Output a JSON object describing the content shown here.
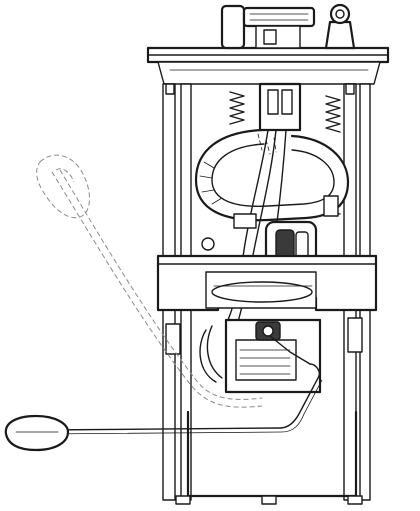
{
  "figure": {
    "kind": "technical line drawing",
    "colors": {
      "line": "#1a1a1a",
      "paper": "#ffffff",
      "shade": "#d9d9d9",
      "ghost_line": "#8a8a8a"
    },
    "float_arm_positions": [
      {
        "state": "raised",
        "style": "dashed"
      },
      {
        "state": "lowered",
        "style": "solid"
      }
    ]
  }
}
